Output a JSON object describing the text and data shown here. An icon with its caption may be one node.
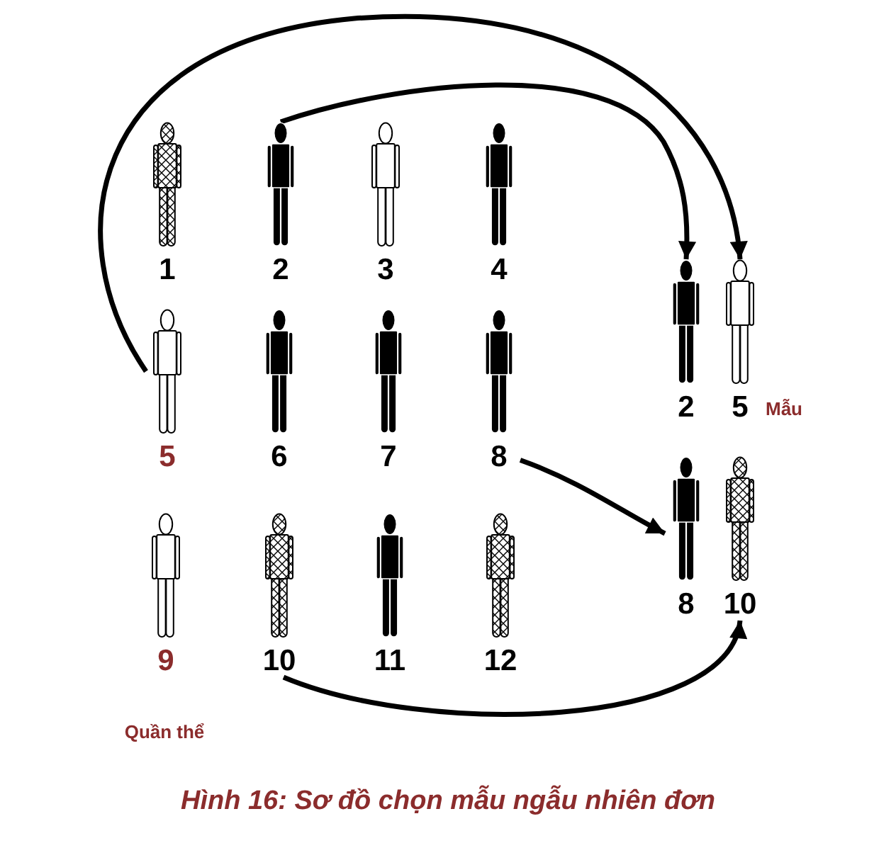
{
  "diagram": {
    "caption": "Hình 16: Sơ đồ chọn mẫu ngẫu nhiên đơn",
    "nodes": [
      {
        "text": [],
        "shape": "person",
        "beside": [
          "1"
        ]
      },
      {
        "text": [],
        "shape": "person",
        "beside": [
          "2"
        ]
      },
      {
        "text": [],
        "shape": "person",
        "beside": [
          "3"
        ]
      },
      {
        "text": [],
        "shape": "person",
        "beside": [
          "4"
        ]
      },
      {
        "text": [],
        "shape": "person",
        "beside": [
          "5"
        ]
      },
      {
        "text": [],
        "shape": "person",
        "beside": [
          "6"
        ]
      },
      {
        "text": [],
        "shape": "person",
        "beside": [
          "7"
        ]
      },
      {
        "text": [],
        "shape": "person",
        "beside": [
          "8"
        ]
      },
      {
        "text": [],
        "shape": "person",
        "beside": [
          "9"
        ]
      },
      {
        "text": [],
        "shape": "person",
        "beside": [
          "10"
        ]
      },
      {
        "text": [],
        "shape": "person",
        "beside": [
          "11"
        ]
      },
      {
        "text": [],
        "shape": "person",
        "beside": [
          "12"
        ]
      },
      {
        "text": [],
        "shape": "person",
        "beside": [
          "2"
        ]
      },
      {
        "text": [],
        "shape": "person",
        "beside": [
          "5"
        ]
      },
      {
        "text": [],
        "shape": "person",
        "beside": [
          "8"
        ]
      },
      {
        "text": [],
        "shape": "person",
        "beside": [
          "10"
        ]
      }
    ],
    "edges": [
      {
        "from": 1,
        "to": 12,
        "arrow": "to"
      },
      {
        "from": 4,
        "to": 13,
        "arrow": "to"
      },
      {
        "from": 7,
        "to": 14,
        "arrow": "to"
      },
      {
        "from": 9,
        "to": 15,
        "arrow": "to"
      }
    ],
    "labels": [
      "Mẫu",
      "Quần thể"
    ]
  }
}
